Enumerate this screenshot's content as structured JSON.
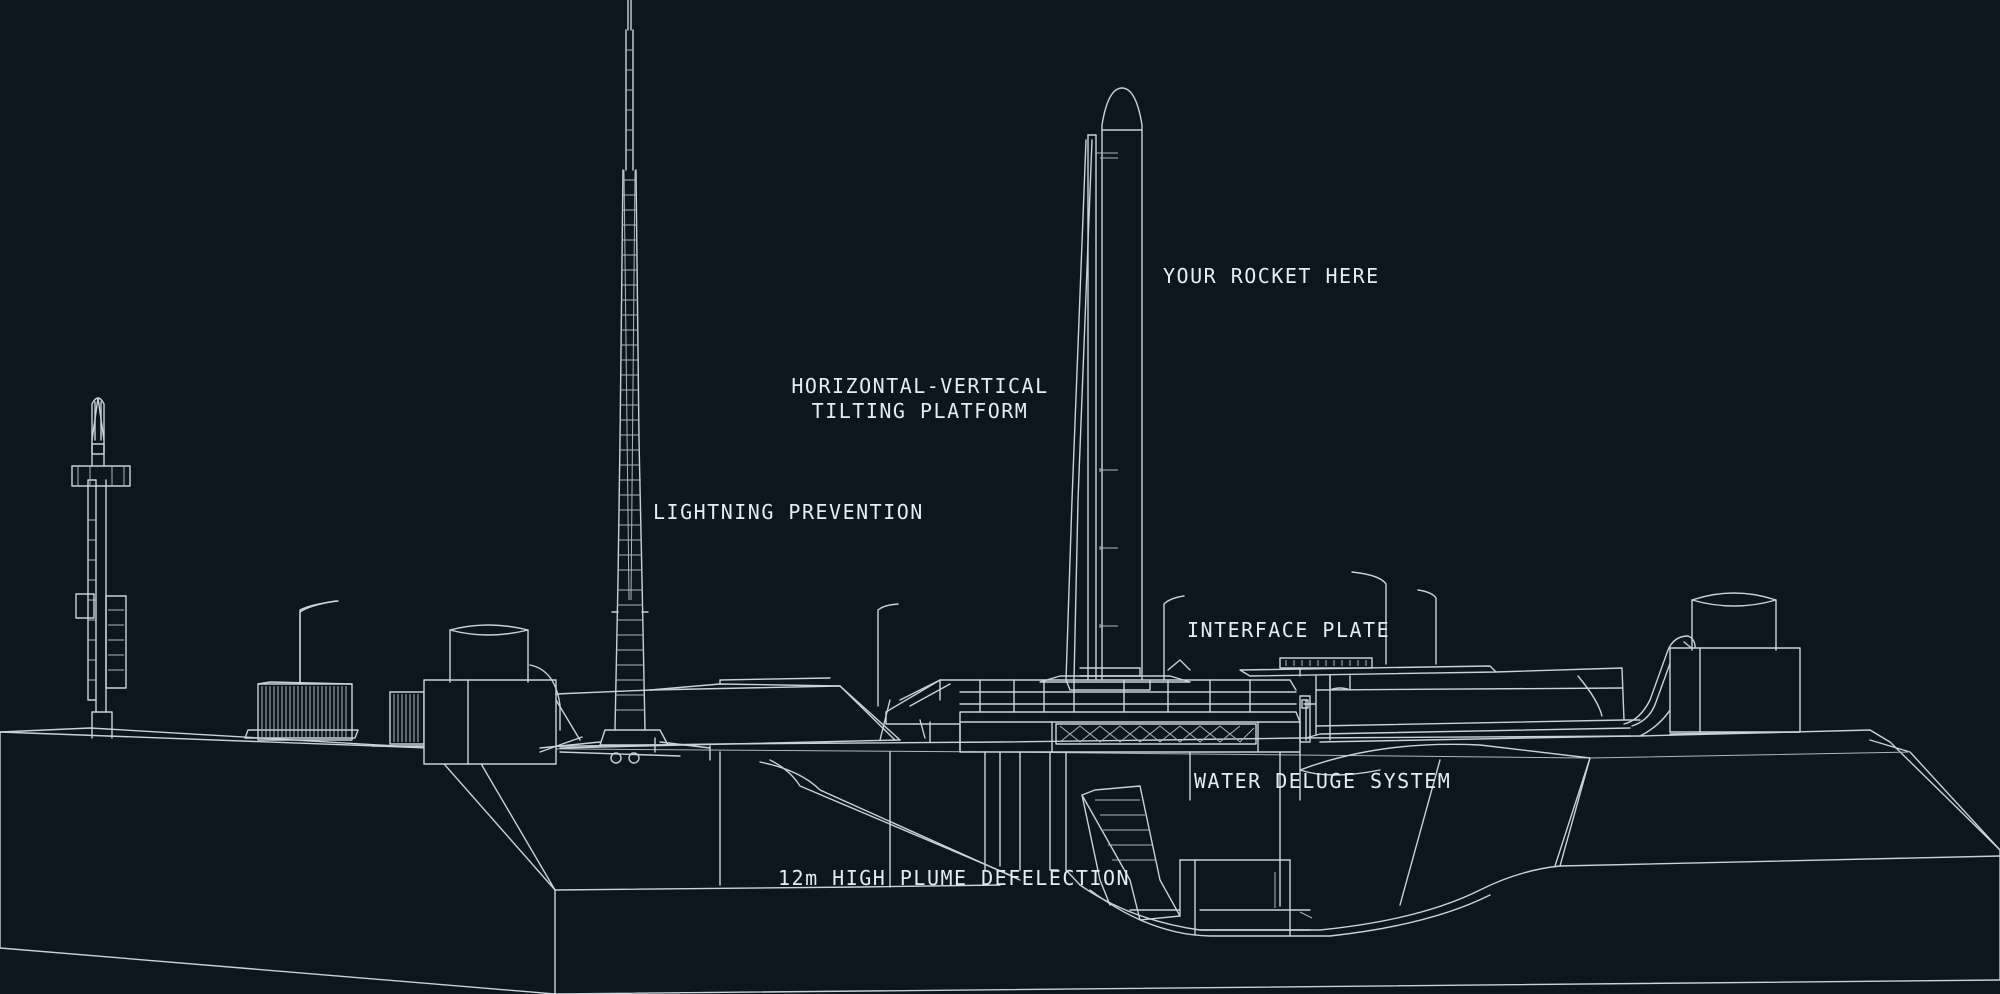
{
  "labels": {
    "rocket": "YOUR ROCKET HERE",
    "tilting_platform_line1": "HORIZONTAL-VERTICAL",
    "tilting_platform_line2": "TILTING PLATFORM",
    "lightning": "LIGHTNING PREVENTION",
    "interface_plate": "INTERFACE PLATE",
    "water_deluge": "WATER DELUGE SYSTEM",
    "plume_deflection": "12m HIGH PLUME DEFELECTION"
  },
  "colors": {
    "background": "#0c161f",
    "line": "#c9d2d8",
    "text": "#e6ecf0"
  }
}
